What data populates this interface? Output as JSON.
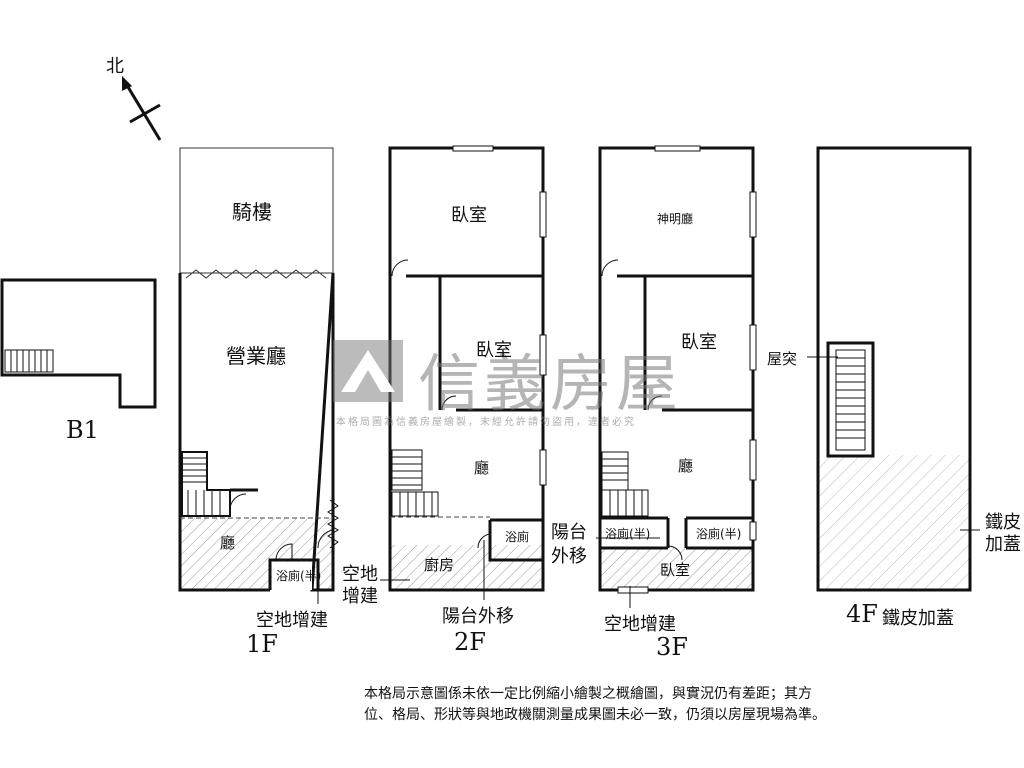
{
  "compass": {
    "north_label": "北"
  },
  "floors": {
    "b1": {
      "label": "B1"
    },
    "f1": {
      "label": "1F",
      "arcade": "騎樓",
      "business_hall": "營業廳",
      "hall": "廳",
      "half_bath": "浴廁(半)",
      "extension_label": "空地增建"
    },
    "f2": {
      "label": "2F",
      "bedroom_top": "臥室",
      "bedroom_mid": "臥室",
      "hall": "廳",
      "bath": "浴廁",
      "kitchen": "廚房",
      "extension_label_line1": "空地",
      "extension_label_line2": "增建",
      "balcony_label": "陽台外移"
    },
    "f3": {
      "label": "3F",
      "shrine_room": "神明廳",
      "bedroom_mid": "臥室",
      "hall": "廳",
      "half_bath_left": "浴廁(半)",
      "half_bath_right": "浴廁(半)",
      "bedroom_bottom": "臥室",
      "balcony_label_line1": "陽台",
      "balcony_label_line2": "外移",
      "extension_label": "空地增建"
    },
    "f4": {
      "label": "4F",
      "caption": "鐵皮加蓋",
      "roof_protrusion": "屋突",
      "iron_label_line1": "鐵皮",
      "iron_label_line2": "加蓋"
    }
  },
  "watermark": {
    "brand": "信義房屋",
    "notice": "本格局圖為信義房屋繪製，未經允許請勿盜用，違者必究"
  },
  "disclaimer": {
    "line1": "本格局示意圖係未依一定比例縮小繪製之概繪圖，與實況仍有差距；其方",
    "line2": "位、格局、形狀等與地政機關測量成果圖未必一致，仍須以房屋現場為準。"
  }
}
